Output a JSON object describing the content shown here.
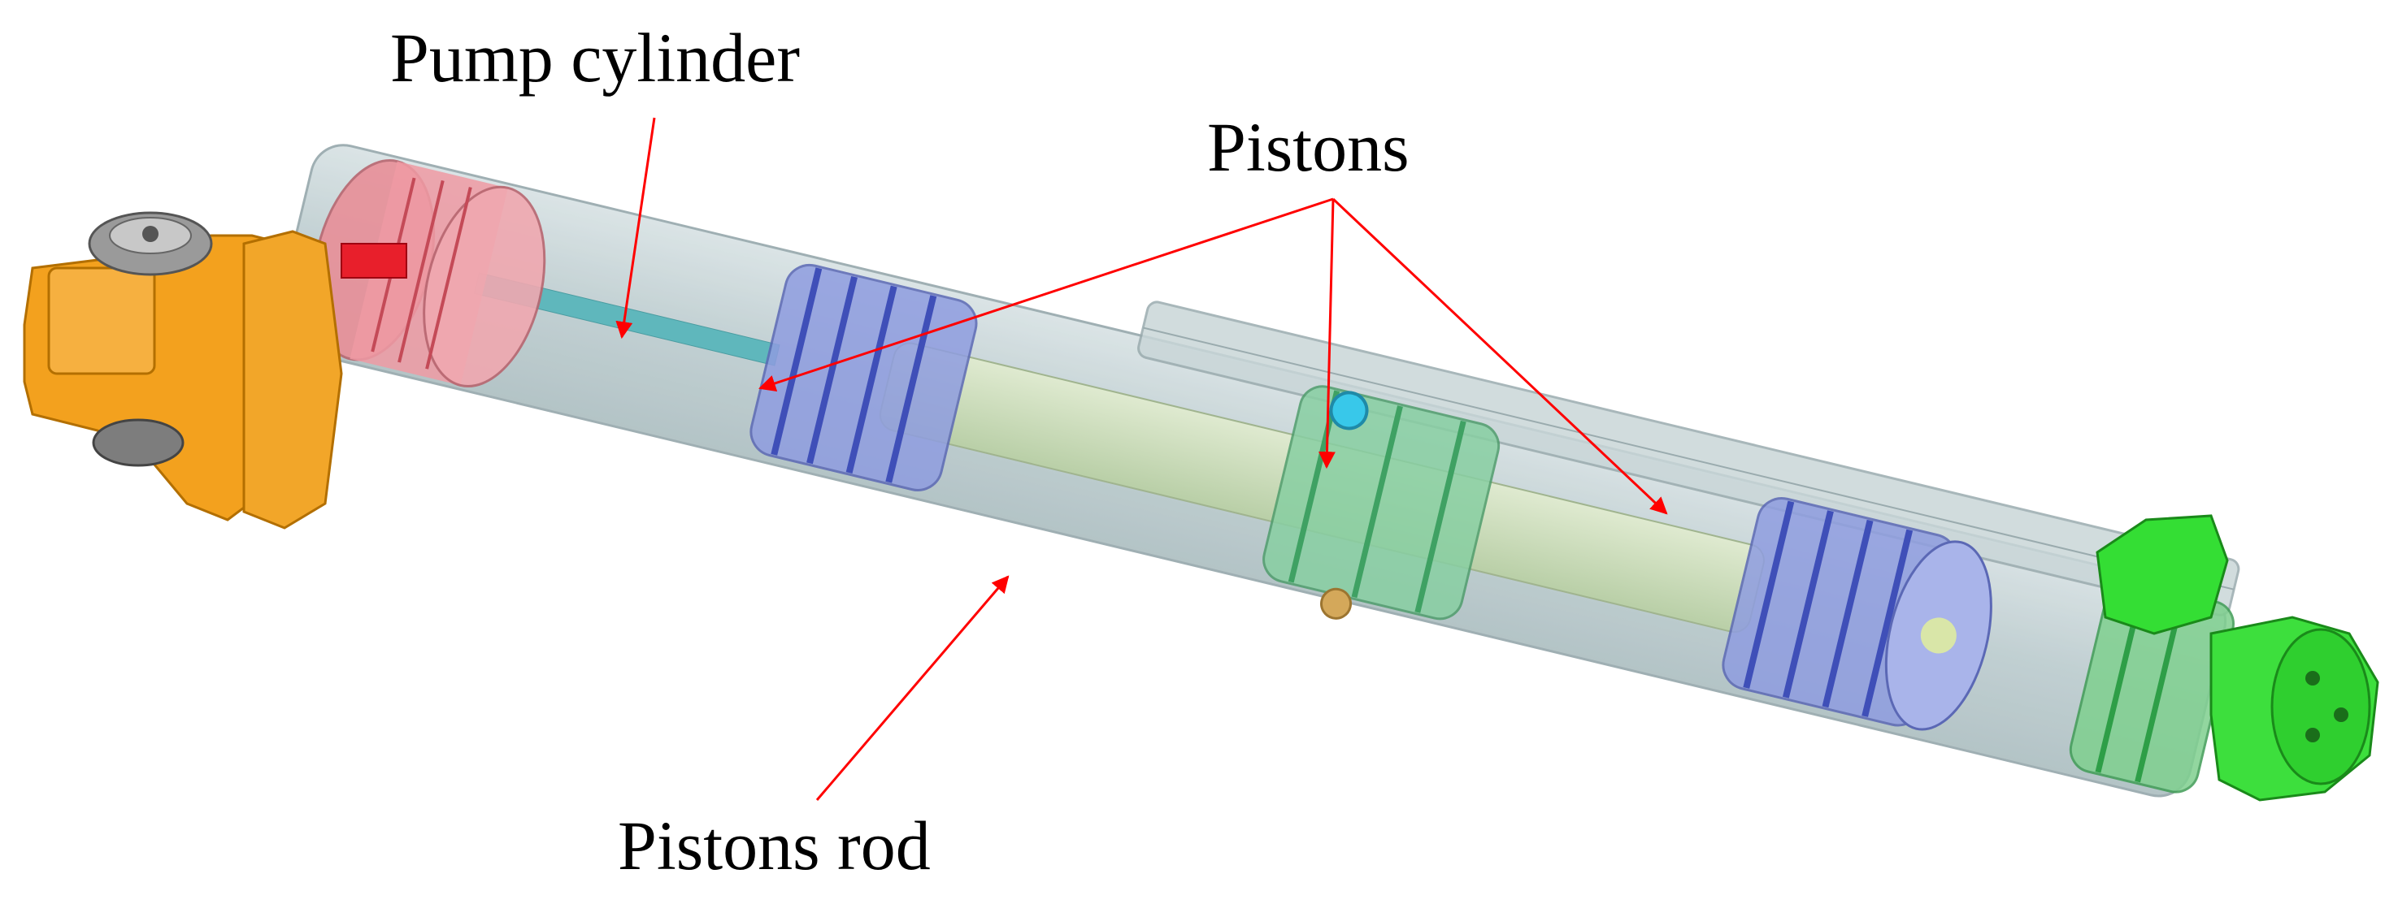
{
  "labels": {
    "pump_cylinder": "Pump cylinder",
    "pistons": "Pistons",
    "pistons_rod": "Pistons rod"
  },
  "colors": {
    "cylinder_body": "#b9c9cc",
    "cylinder_edge": "#8fa2a6",
    "left_end_cap": "#f3a11e",
    "right_end_cap": "#33dd33",
    "piston_blue": "#7f8fd6",
    "piston_green": "#7fc79a",
    "piston_red": "#e88f98",
    "rod": "#cfe0bf",
    "leader_arrow": "#ff0000",
    "fitting_cyan": "#38c8ea"
  }
}
